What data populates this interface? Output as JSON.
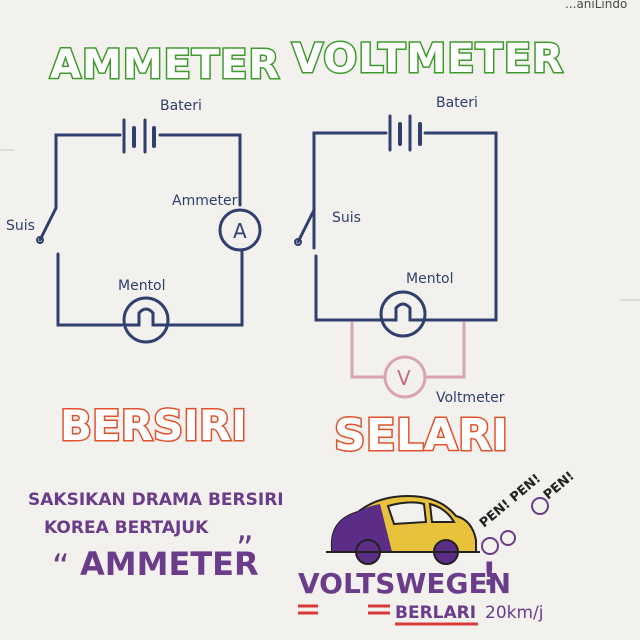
{
  "header": {
    "title_left": "AMMETER",
    "title_right": "VOLTMETER",
    "corner_text": "...aniLindo"
  },
  "series_circuit": {
    "battery_label": "Bateri",
    "switch_label": "Suis",
    "ammeter_label": "Ammeter",
    "ammeter_symbol": "A",
    "bulb_label": "Mentol",
    "caption": "BERSIRI"
  },
  "parallel_circuit": {
    "battery_label": "Bateri",
    "switch_label": "Suis",
    "bulb_label": "Mentol",
    "voltmeter_symbol": "V",
    "voltmeter_label": "Voltmeter",
    "caption": "SELARI"
  },
  "joke": {
    "line1": "SAKSIKAN DRAMA BERSIRI",
    "line2": "KOREA BERTAJUK",
    "open_quote": "“",
    "quote_word": "AMMETER",
    "close_quote": "”"
  },
  "car": {
    "sound1": "PEN! PEN!",
    "sound2": "PEN!",
    "brand": "VOLTSWEGEN",
    "exclaim": "!",
    "tagline": "BERLARI",
    "speed": "20km/j"
  },
  "colors": {
    "title_green": "#3e9a2c",
    "wire_navy": "#2f3f6e",
    "caption_orange": "#e0522b",
    "voltmeter_pink": "#d9a3b3",
    "joke_purple": "#6a3c8a",
    "car_yellow": "#e8c23a",
    "car_purple": "#5b2d86",
    "marker_red": "#d83a3a"
  }
}
